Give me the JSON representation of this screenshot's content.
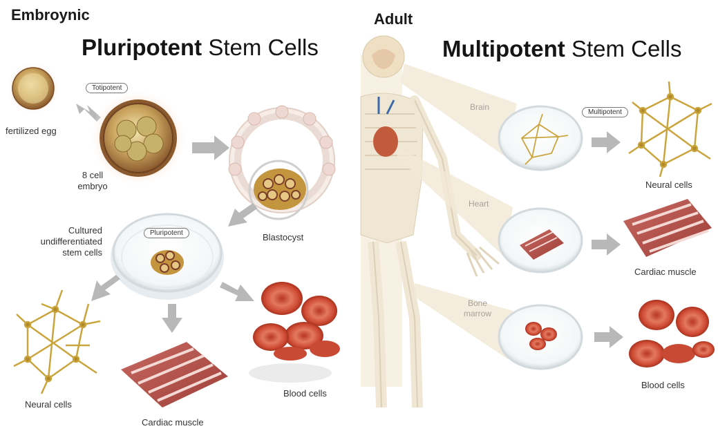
{
  "embryonic": {
    "section_label": "Embroynic",
    "title_bold": "Pluripotent",
    "title_rest": " Stem Cells",
    "badges": {
      "totipotent": "Totipotent",
      "pluripotent": "Pluripotent"
    },
    "labels": {
      "fertilized_egg": "fertilized egg",
      "eight_cell_embryo": "8 cell\nembryo",
      "blastocyst": "Blastocyst",
      "cultured_cells": "Cultured\nundifferentiated\nstem cells",
      "neural_cells": "Neural cells",
      "cardiac_muscle": "Cardiac muscle",
      "blood_cells": "Blood cells"
    }
  },
  "adult": {
    "section_label": "Adult",
    "title_bold": "Multipotent",
    "title_rest": " Stem Cells",
    "badges": {
      "multipotent": "Multipotent"
    },
    "sources": {
      "brain": "Brain",
      "heart": "Heart",
      "bone_marrow": "Bone\nmarrow"
    },
    "labels": {
      "neural_cells": "Neural cells",
      "cardiac_muscle": "Cardiac muscle",
      "blood_cells": "Blood cells"
    }
  },
  "colors": {
    "arrow": "#b8b8b8",
    "neural": "#caa43c",
    "muscle": "#b9554f",
    "blood": "#d24a32",
    "skeleton": "#efe6d3",
    "dish_rim": "#dde4e8"
  }
}
